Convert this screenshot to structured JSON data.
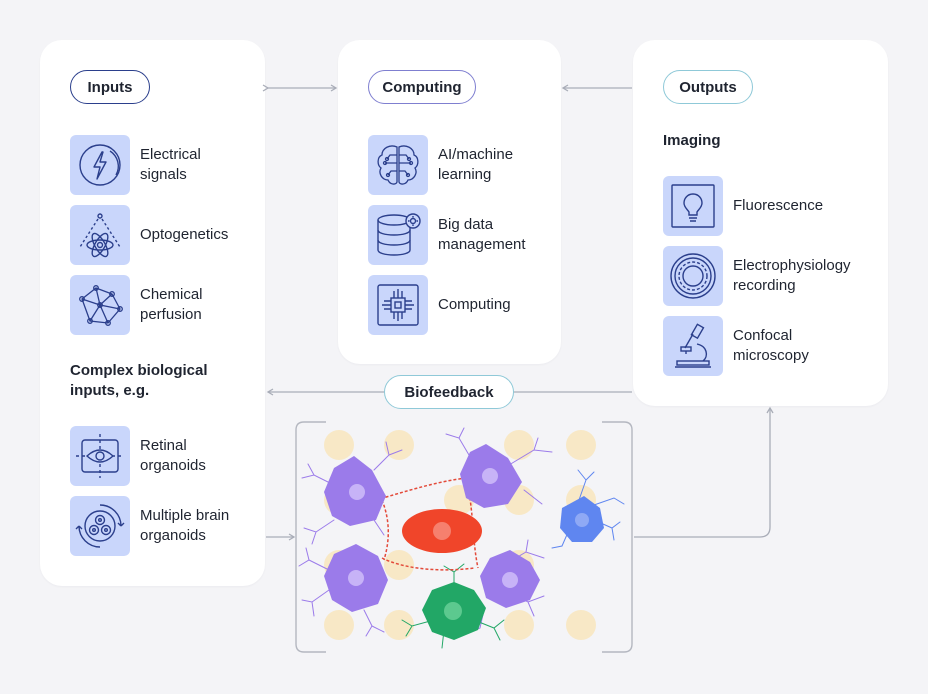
{
  "inputs": {
    "title": "Inputs",
    "items": [
      {
        "label_line1": "Electrical",
        "label_line2": "signals",
        "icon": "lightning-icon"
      },
      {
        "label_line1": "Optogenetics",
        "label_line2": "",
        "icon": "light-cone-atom-icon"
      },
      {
        "label_line1": "Chemical",
        "label_line2": "perfusion",
        "icon": "molecule-network-icon"
      }
    ],
    "complex_heading_line1": "Complex biological",
    "complex_heading_line2": "inputs, e.g.",
    "complex_items": [
      {
        "label_line1": "Retinal",
        "label_line2": "organoids",
        "icon": "eye-icon"
      },
      {
        "label_line1": "Multiple brain",
        "label_line2": "organoids",
        "icon": "organoid-cluster-icon"
      }
    ]
  },
  "computing": {
    "title": "Computing",
    "items": [
      {
        "label_line1": "AI/machine",
        "label_line2": "learning",
        "icon": "brain-circuit-icon"
      },
      {
        "label_line1": "Big data",
        "label_line2": "management",
        "icon": "database-gear-icon"
      },
      {
        "label_line1": "Computing",
        "label_line2": "",
        "icon": "chip-icon"
      }
    ]
  },
  "outputs": {
    "title": "Outputs",
    "section": "Imaging",
    "items": [
      {
        "label_line1": "Fluorescence",
        "label_line2": "",
        "icon": "lightbulb-icon"
      },
      {
        "label_line1": "Electrophysiology",
        "label_line2": "recording",
        "icon": "concentric-rings-icon"
      },
      {
        "label_line1": "Confocal",
        "label_line2": "microscopy",
        "icon": "microscope-icon"
      }
    ]
  },
  "biofeedback": {
    "label": "Biofeedback"
  },
  "colors": {
    "icon_bg": "#c9d6fb",
    "icon_stroke": "#2b3f8c",
    "neuron_purple": "#9b7bea",
    "neuron_blue": "#5f86f0",
    "neuron_green": "#22a766",
    "soma_red": "#f0452a",
    "cell_cream": "#f8e8c6",
    "connector": "#a9adb8"
  }
}
